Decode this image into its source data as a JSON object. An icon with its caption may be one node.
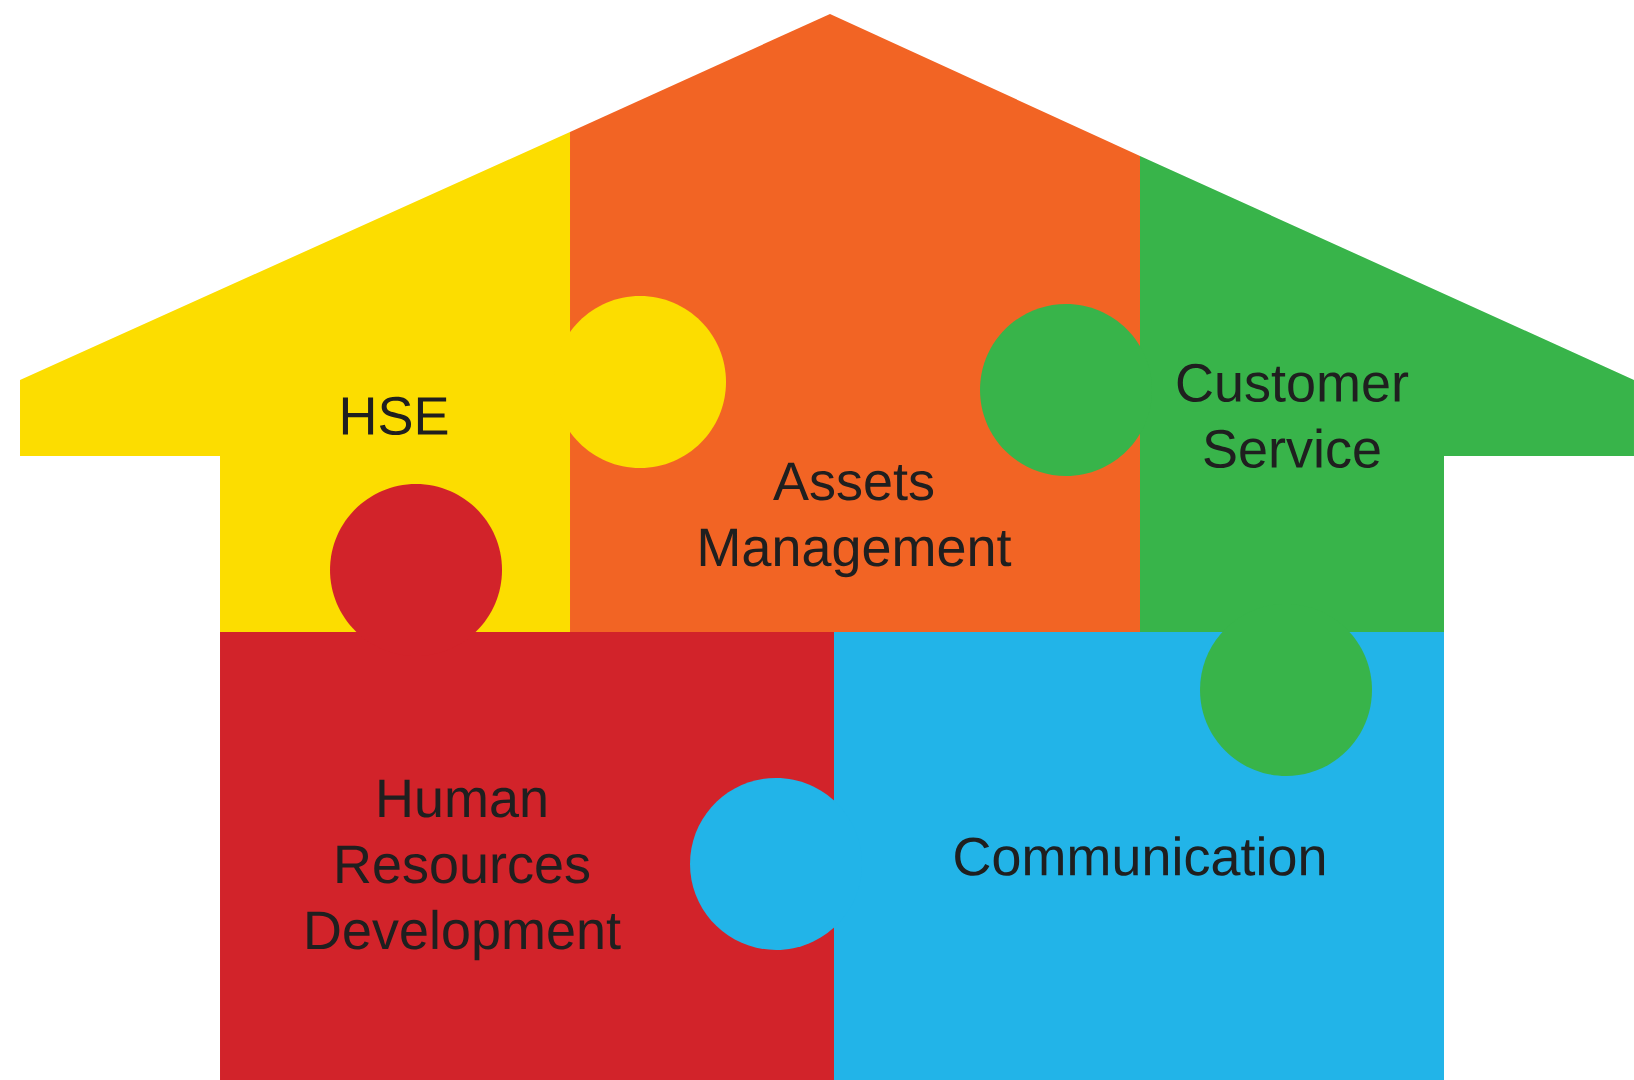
{
  "diagram": {
    "nodes": [
      {
        "text": [
          "HSE"
        ]
      },
      {
        "text": [
          "Assets Management"
        ]
      },
      {
        "text": [
          "Customer Service"
        ]
      },
      {
        "text": [
          "Human Resources Development"
        ]
      },
      {
        "text": [
          "Communication"
        ]
      }
    ]
  }
}
